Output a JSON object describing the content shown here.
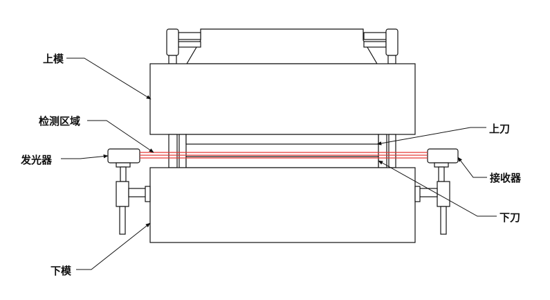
{
  "labels": {
    "upper_die": "上模",
    "detection_zone": "检测区域",
    "emitter": "发光器",
    "upper_blade": "上刀",
    "receiver": "接收器",
    "lower_blade": "下刀",
    "lower_die": "下模"
  },
  "colors": {
    "line": "#111111",
    "beam": "#e53935",
    "background": "#ffffff"
  }
}
